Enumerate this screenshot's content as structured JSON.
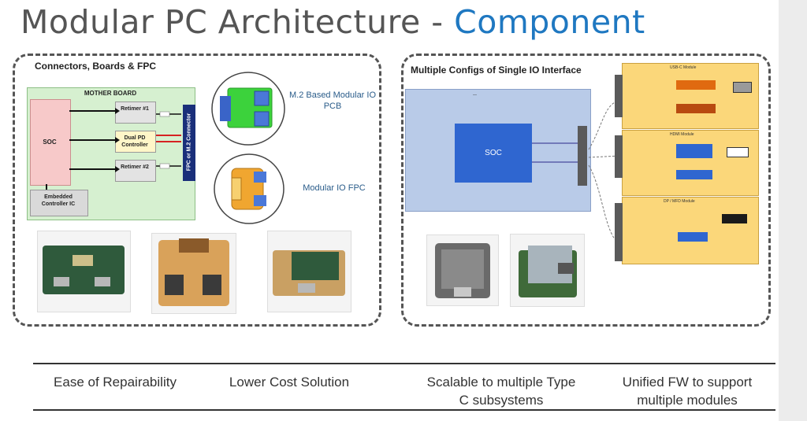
{
  "slide": {
    "title_main": "Modular PC Architecture - ",
    "title_accent": "Component",
    "accent_color": "#1f78c1"
  },
  "left_panel": {
    "heading": "Connectors, Boards & FPC",
    "board_title": "MOTHER BOARD",
    "soc_label": "SOC",
    "ec_label": "Embedded Controller IC",
    "retimer1_label": "Retimer #1",
    "retimer2_label": "Retimer #2",
    "pd_label": "Dual PD Controller",
    "connector_label": "FPC or M.2 Connector",
    "m2_caption": "M.2 Based Modular IO PCB",
    "fpc_caption": "Modular IO FPC"
  },
  "right_panel": {
    "heading": "Multiple Configs of Single IO Interface",
    "soc_label": "SOC",
    "modules": [
      "USB-C Module",
      "HDMI Module",
      "DP / MFD Module"
    ]
  },
  "features": [
    "Ease of Repairability",
    "Lower Cost Solution",
    "Scalable to multiple Type C subsystems",
    "Unified FW to support multiple modules"
  ]
}
